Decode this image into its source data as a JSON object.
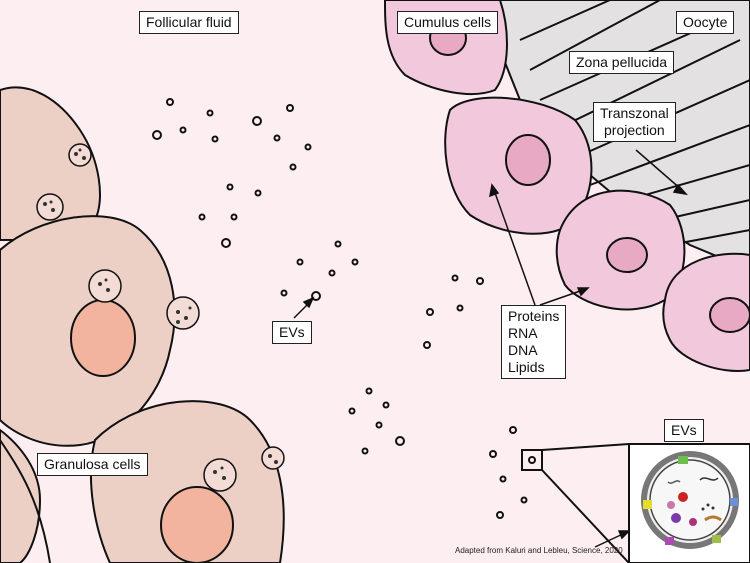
{
  "labels": {
    "follicular_fluid": "Follicular fluid",
    "cumulus_cells": "Cumulus cells",
    "oocyte": "Oocyte",
    "zona_pellucida": "Zona pellucida",
    "transzonal_line1": "Transzonal",
    "transzonal_line2": "projection",
    "evs_middle": "EVs",
    "evs_inset": "EVs",
    "cargo": [
      "Proteins",
      "RNA",
      "DNA",
      "Lipids"
    ],
    "granulosa_cells": "Granulosa cells"
  },
  "credit": "Adapted from Kaluri and Lebleu, Science, 2020",
  "colors": {
    "background": "#fdeef2",
    "granulosa_cell": "#ecd0c6",
    "granulosa_nucleus": "#f2b49e",
    "cumulus_cell": "#f2c8dc",
    "cumulus_nucleus": "#e7a9c4",
    "zona_pellucida": "#e3e1e1",
    "outline": "#111111"
  }
}
